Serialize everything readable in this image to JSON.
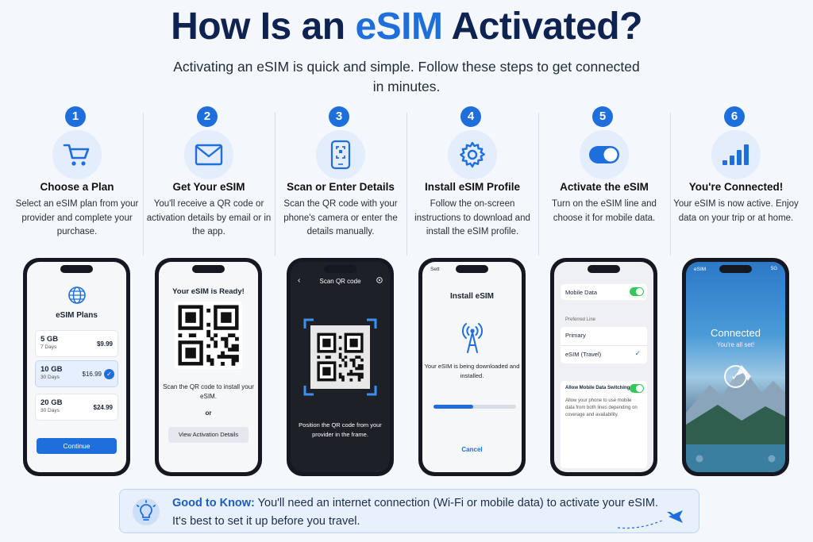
{
  "header": {
    "title_pre": "How Is an",
    "title_accent": "eSIM",
    "title_post": "Activated?",
    "subtitle": "Activating an eSIM is quick and simple. Follow these steps to get connected in minutes."
  },
  "colors": {
    "accent": "#1e6fdc",
    "navy": "#0f2350",
    "toggle_on": "#34c759"
  },
  "steps": [
    {
      "number": "1",
      "icon": "cart-icon",
      "title": "Choose a Plan",
      "description": "Select an eSIM plan from your provider and complete your purchase."
    },
    {
      "number": "2",
      "icon": "envelope-icon",
      "title": "Get Your eSIM",
      "description": "You'll receive a QR code or activation details by email or in the app."
    },
    {
      "number": "3",
      "icon": "phone-scan-icon",
      "title": "Scan or Enter Details",
      "description": "Scan the QR code with your phone's camera or enter the details manually."
    },
    {
      "number": "4",
      "icon": "gear-icon",
      "title": "Install eSIM Profile",
      "description": "Follow the on-screen instructions to download and install the eSIM profile."
    },
    {
      "number": "5",
      "icon": "toggle-icon",
      "title": "Activate the eSIM",
      "description": "Turn on the eSIM line and choose it for mobile data."
    },
    {
      "number": "6",
      "icon": "signal-bars-icon",
      "title": "You're Connected!",
      "description": "Your eSIM is now active. Enjoy data on your trip or at home."
    }
  ],
  "screen1": {
    "title": "eSIM Plans",
    "plans": [
      {
        "gb": "5 GB",
        "days": "7 Days",
        "price": "$9.99"
      },
      {
        "gb": "10 GB",
        "days": "30 Days",
        "price": "$16.99",
        "selected": true
      },
      {
        "gb": "20 GB",
        "days": "30 Days",
        "price": "$24.99"
      }
    ],
    "button": "Continue"
  },
  "screen2": {
    "title": "Your eSIM is Ready!",
    "text": "Scan the QR code to install your eSIM.",
    "or": "or",
    "button": "View Activation Details"
  },
  "screen3": {
    "header": "Scan QR code",
    "back": "‹",
    "text": "Position the QR code from your provider in the frame."
  },
  "screen4": {
    "status": "Sett",
    "title": "Install eSIM",
    "text": "Your eSIM is being downloaded and installed.",
    "progress": 0.48,
    "cancel": "Cancel"
  },
  "screen5": {
    "mobile_data": "Mobile Data",
    "preferred_line": "Preferred Line",
    "primary": "Primary",
    "esim_travel": "eSIM (Travel)",
    "allow_switching": "Allow Mobile Data Switching",
    "switch_text": "Allow your phone to use mobile data from both lines depending on coverage and availability."
  },
  "screen6": {
    "carrier": "eSIM",
    "signal": "5G",
    "connected": "Connected",
    "subtext": "You're all set!"
  },
  "note": {
    "label": "Good to Know:",
    "line1": "You'll need an internet connection (Wi-Fi or mobile data) to activate your eSIM.",
    "line2": "It's best to set it up before you travel."
  }
}
